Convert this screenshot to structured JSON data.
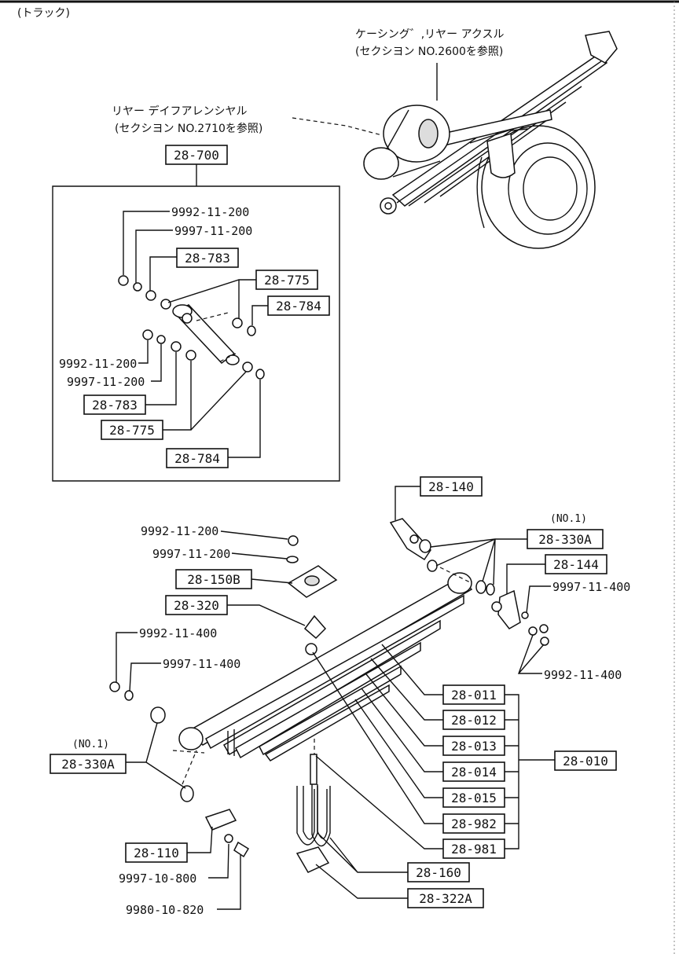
{
  "header": {
    "category": "(トラック)"
  },
  "notes": {
    "housing_line1": "ケーシング゛,リヤー アクスル",
    "housing_line2": "(セクシヨン NO.2600を参照)",
    "diff_line1": "リヤー デイフアレンシヤル",
    "diff_line2": "(セクシヨン NO.2710を参照)"
  },
  "labels": {
    "shock_assy": "28-700",
    "nut_a": "9992-11-200",
    "washer_a": "9997-11-200",
    "bush_783_a": "28-783",
    "bush_775_a": "28-775",
    "washer_784_a": "28-784",
    "nut_b": "9992-11-200",
    "washer_b": "9997-11-200",
    "bush_783_b": "28-783",
    "bush_775_b": "28-775",
    "washer_784_b": "28-784",
    "shackle": "28-140",
    "no1_right": "(NO.1)",
    "bushing_right": "28-330A",
    "shackle_plate": "28-144",
    "washer_right": "9997-11-400",
    "nut_right": "9992-11-400",
    "nut_top": "9992-11-200",
    "washer_top": "9997-11-200",
    "seat_150b": "28-150B",
    "bumper_320": "28-320",
    "nut_left": "9992-11-400",
    "washer_left": "9997-11-400",
    "no1_left": "(NO.1)",
    "bushing_left": "28-330A",
    "leaf_011": "28-011",
    "leaf_012": "28-012",
    "leaf_013": "28-013",
    "leaf_014": "28-014",
    "leaf_015": "28-015",
    "bolt_982": "28-982",
    "nut_981": "28-981",
    "spring_assy": "28-010",
    "bracket_110": "28-110",
    "washer_bracket": "9997-10-800",
    "bolt_bracket": "9980-10-820",
    "ubolt_160": "28-160",
    "plate_322a": "28-322A"
  }
}
